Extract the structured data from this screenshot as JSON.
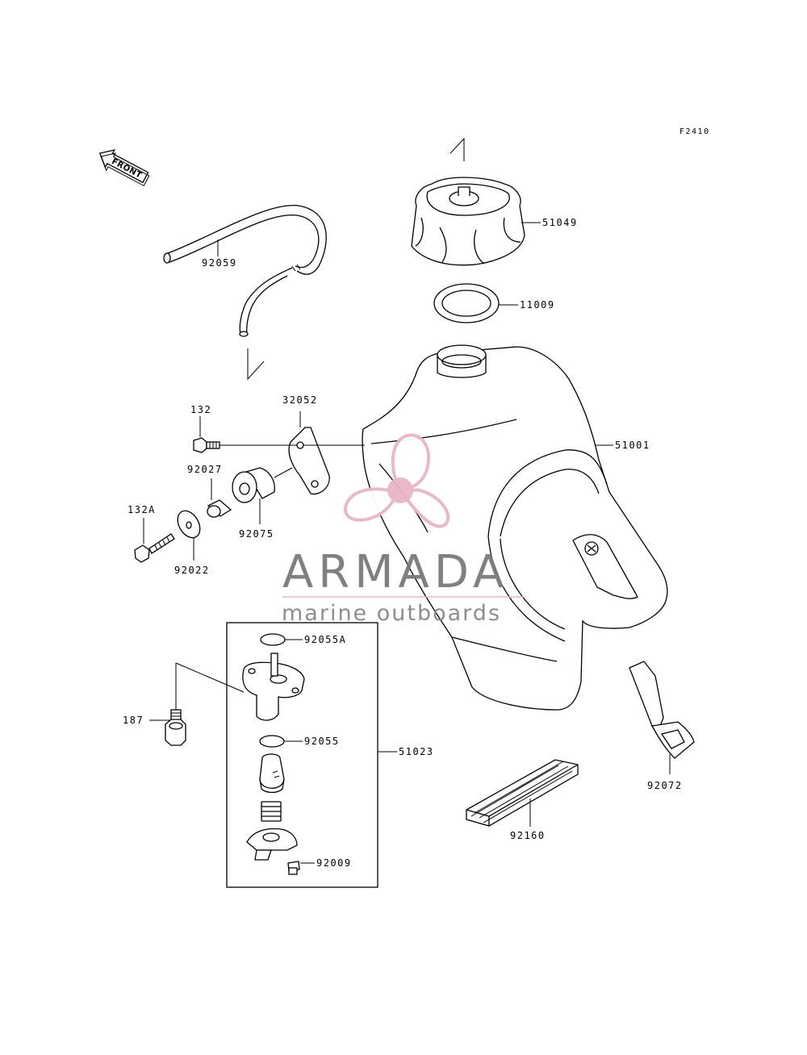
{
  "figure_code": "F2410",
  "front_label": "FRONT",
  "watermark": {
    "brand": "ARMADA",
    "tagline": "marine outboards",
    "logo_color": "#e8b6c8",
    "text_color": "#7a7a7a"
  },
  "parts": {
    "p51049": "51049",
    "p11009": "11009",
    "p92059": "92059",
    "p51001": "51001",
    "p132": "132",
    "p32052": "32052",
    "p92027": "92027",
    "p132A": "132A",
    "p92075": "92075",
    "p92022": "92022",
    "p92055A": "92055A",
    "p187": "187",
    "p92055": "92055",
    "p51023": "51023",
    "p92009": "92009",
    "p92072": "92072",
    "p92160": "92160"
  }
}
